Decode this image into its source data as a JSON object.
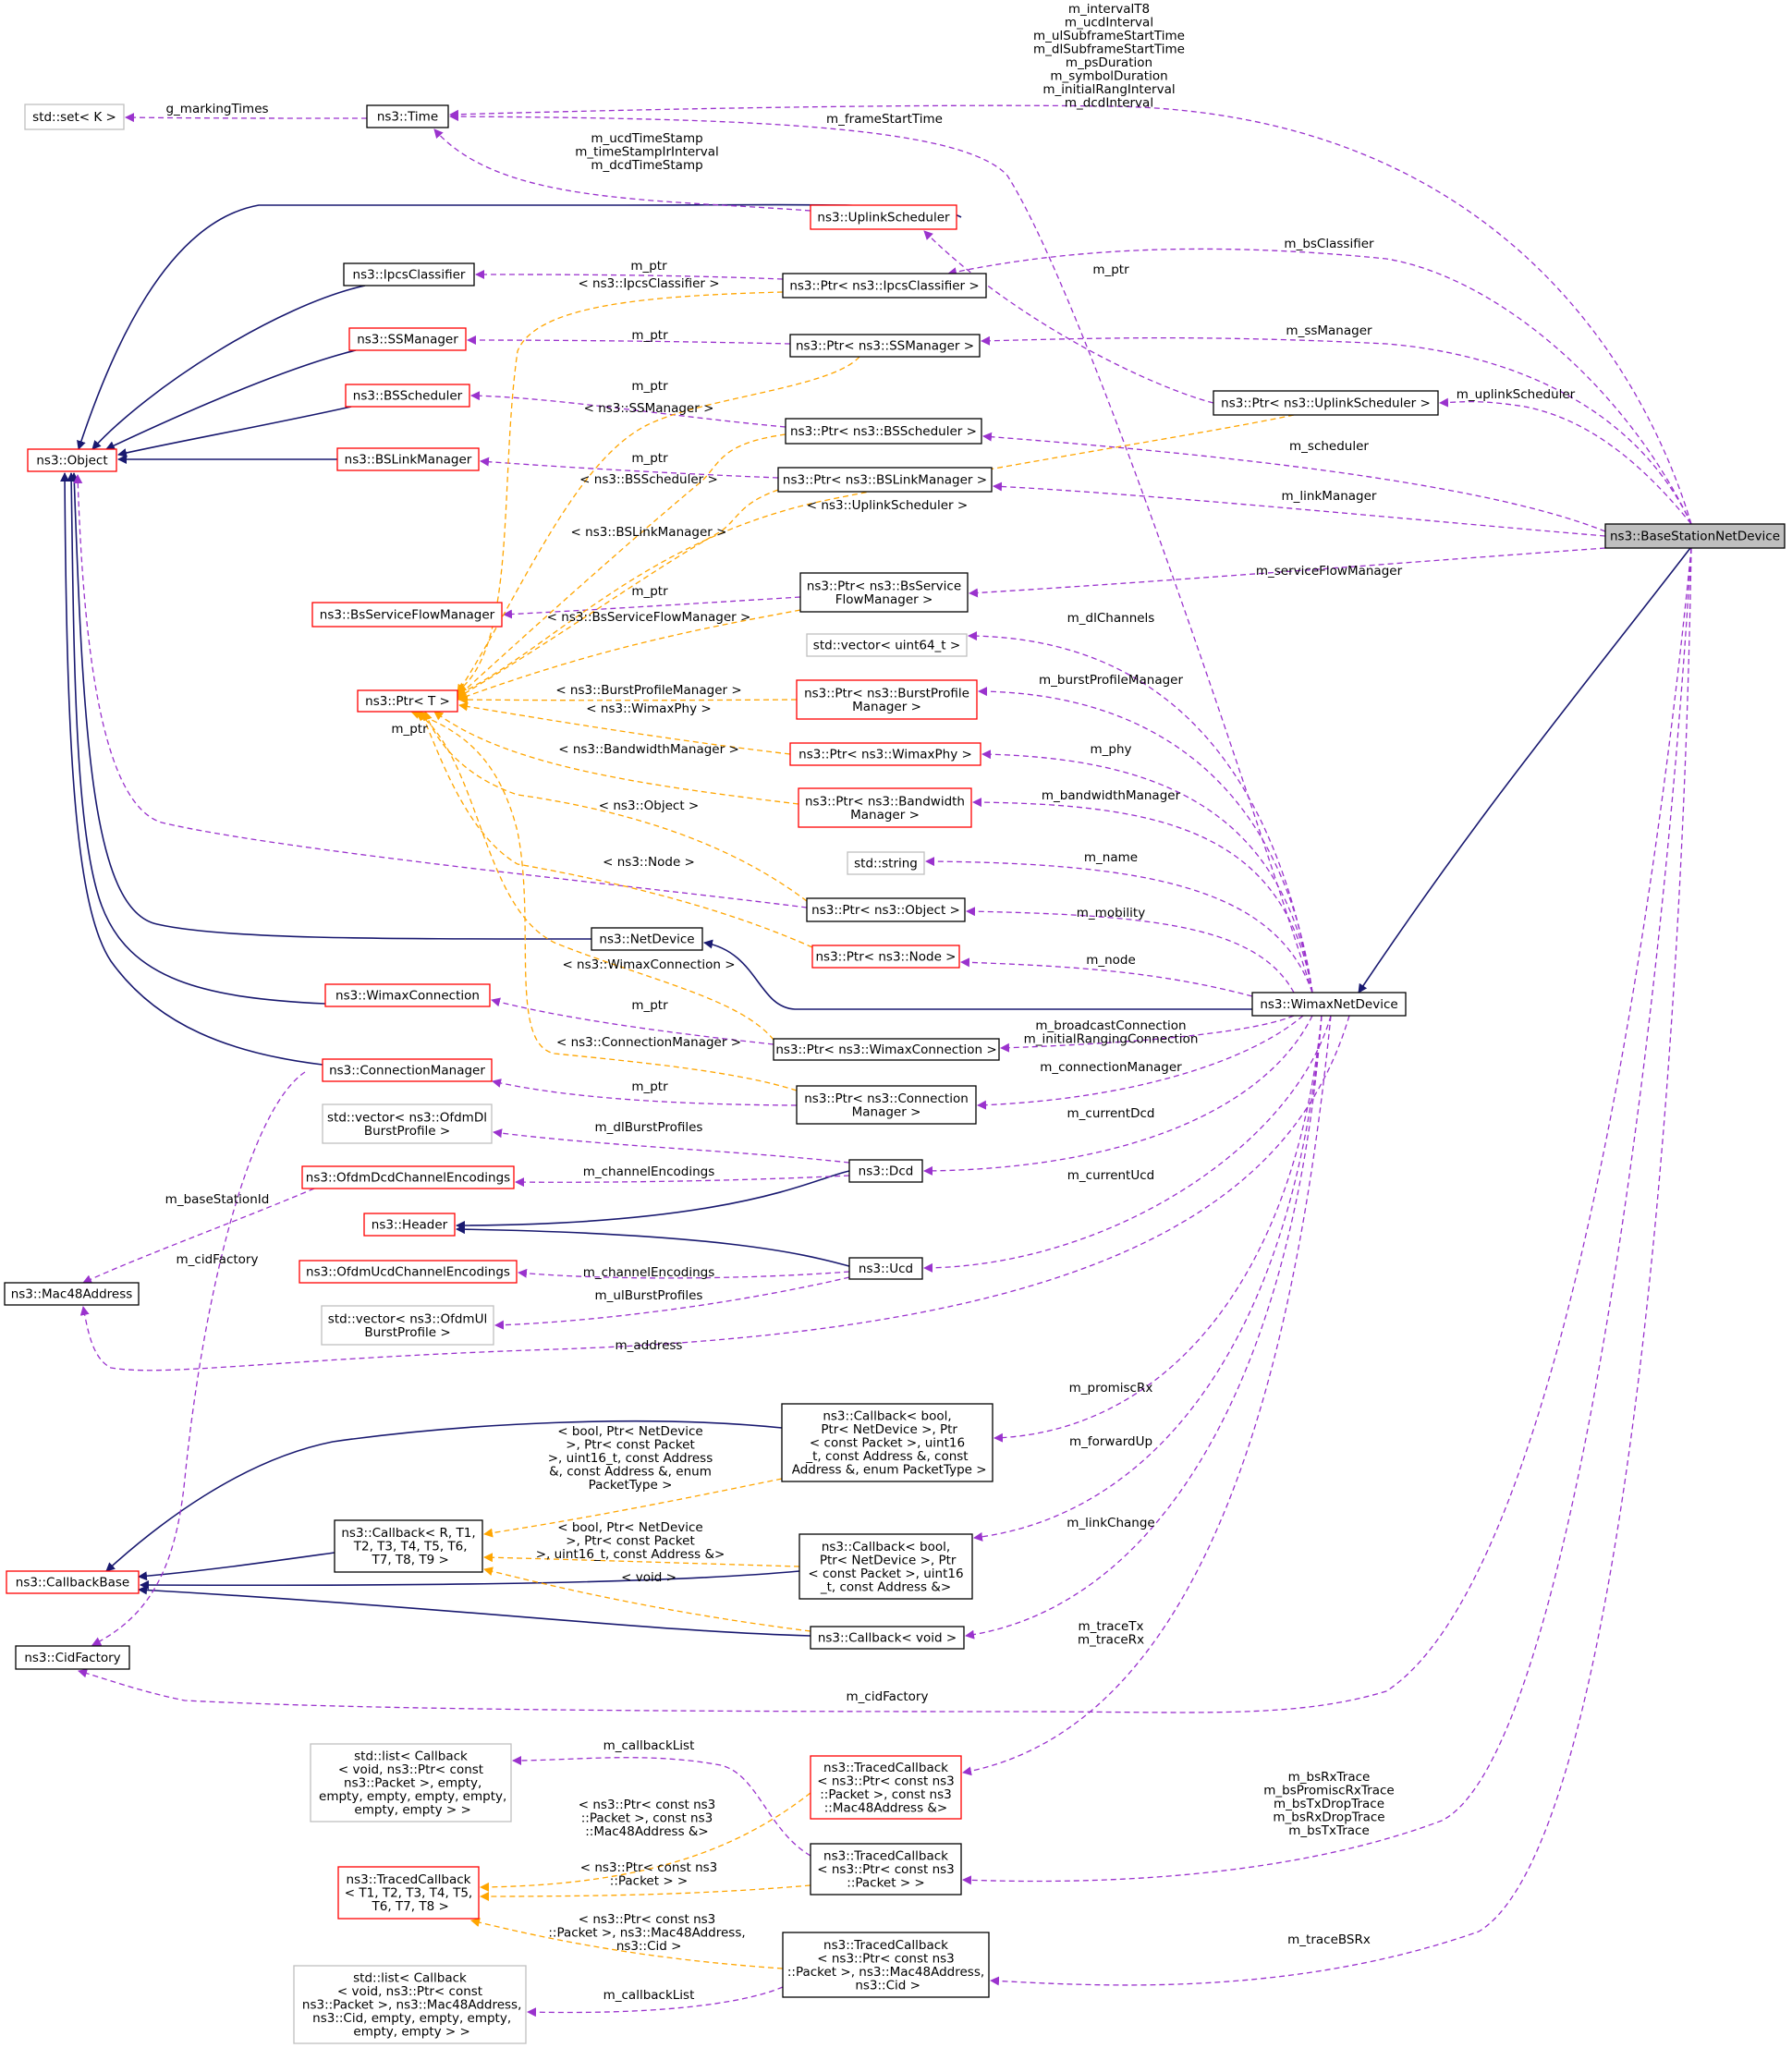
{
  "nodes": {
    "std_set": {
      "lines": [
        "std::set< K >"
      ],
      "style": "gray"
    },
    "time": {
      "lines": [
        "ns3::Time"
      ],
      "style": "black"
    },
    "uplink_scheduler": {
      "lines": [
        "ns3::UplinkScheduler"
      ],
      "style": "red"
    },
    "ipcs_classifier": {
      "lines": [
        "ns3::IpcsClassifier"
      ],
      "style": "black"
    },
    "ptr_ipcs": {
      "lines": [
        "ns3::Ptr< ns3::IpcsClassifier >"
      ],
      "style": "black"
    },
    "ss_manager": {
      "lines": [
        "ns3::SSManager"
      ],
      "style": "red"
    },
    "ptr_ss": {
      "lines": [
        "ns3::Ptr< ns3::SSManager >"
      ],
      "style": "black"
    },
    "ptr_uplink": {
      "lines": [
        "ns3::Ptr< ns3::UplinkScheduler >"
      ],
      "style": "black"
    },
    "bs_scheduler": {
      "lines": [
        "ns3::BSScheduler"
      ],
      "style": "red"
    },
    "ptr_bssched": {
      "lines": [
        "ns3::Ptr< ns3::BSScheduler >"
      ],
      "style": "black"
    },
    "object": {
      "lines": [
        "ns3::Object"
      ],
      "style": "red"
    },
    "bs_link_manager": {
      "lines": [
        "ns3::BSLinkManager"
      ],
      "style": "red"
    },
    "ptr_bslink": {
      "lines": [
        "ns3::Ptr< ns3::BSLinkManager >"
      ],
      "style": "black"
    },
    "base_station": {
      "lines": [
        "ns3::BaseStationNetDevice"
      ],
      "style": "root"
    },
    "bs_service_flow_manager": {
      "lines": [
        "ns3::BsServiceFlowManager"
      ],
      "style": "red"
    },
    "ptr_bsservice": {
      "lines": [
        "ns3::Ptr< ns3::BsService",
        "FlowManager >"
      ],
      "style": "black"
    },
    "vector_uint64": {
      "lines": [
        "std::vector< uint64_t >"
      ],
      "style": "gray"
    },
    "ptr_t": {
      "lines": [
        "ns3::Ptr< T >"
      ],
      "style": "red"
    },
    "ptr_burst": {
      "lines": [
        "ns3::Ptr< ns3::BurstProfile",
        "Manager >"
      ],
      "style": "red"
    },
    "ptr_phy": {
      "lines": [
        "ns3::Ptr< ns3::WimaxPhy >"
      ],
      "style": "red"
    },
    "ptr_bandwidth": {
      "lines": [
        "ns3::Ptr< ns3::Bandwidth",
        "Manager >"
      ],
      "style": "red"
    },
    "std_string": {
      "lines": [
        "std::string"
      ],
      "style": "gray"
    },
    "ptr_object": {
      "lines": [
        "ns3::Ptr< ns3::Object >"
      ],
      "style": "black"
    },
    "net_device": {
      "lines": [
        "ns3::NetDevice"
      ],
      "style": "black"
    },
    "ptr_node": {
      "lines": [
        "ns3::Ptr< ns3::Node >"
      ],
      "style": "red"
    },
    "wimax_connection": {
      "lines": [
        "ns3::WimaxConnection"
      ],
      "style": "red"
    },
    "wimax_net_device": {
      "lines": [
        "ns3::WimaxNetDevice"
      ],
      "style": "black"
    },
    "ptr_wimaxconn": {
      "lines": [
        "ns3::Ptr< ns3::WimaxConnection >"
      ],
      "style": "black"
    },
    "connection_manager": {
      "lines": [
        "ns3::ConnectionManager"
      ],
      "style": "red"
    },
    "ptr_connmgr": {
      "lines": [
        "ns3::Ptr< ns3::Connection",
        "Manager >"
      ],
      "style": "black"
    },
    "vector_dl": {
      "lines": [
        "std::vector< ns3::OfdmDl",
        "BurstProfile >"
      ],
      "style": "gray"
    },
    "ofdm_dcd": {
      "lines": [
        "ns3::OfdmDcdChannelEncodings"
      ],
      "style": "red"
    },
    "dcd": {
      "lines": [
        "ns3::Dcd"
      ],
      "style": "black"
    },
    "header": {
      "lines": [
        "ns3::Header"
      ],
      "style": "red"
    },
    "ofdm_ucd": {
      "lines": [
        "ns3::OfdmUcdChannelEncodings"
      ],
      "style": "red"
    },
    "ucd": {
      "lines": [
        "ns3::Ucd"
      ],
      "style": "black"
    },
    "mac48": {
      "lines": [
        "ns3::Mac48Address"
      ],
      "style": "black"
    },
    "vector_ul": {
      "lines": [
        "std::vector< ns3::OfdmUl",
        "BurstProfile >"
      ],
      "style": "gray"
    },
    "cb_promisc": {
      "lines": [
        "ns3::Callback< bool,",
        " Ptr< NetDevice >, Ptr",
        "< const Packet >, uint16",
        "_t, const Address &, const",
        " Address &, enum PacketType >"
      ],
      "style": "black"
    },
    "cb_generic": {
      "lines": [
        "ns3::Callback< R, T1,",
        " T2, T3, T4, T5, T6,",
        " T7, T8, T9 >"
      ],
      "style": "black"
    },
    "cb_forward": {
      "lines": [
        "ns3::Callback< bool,",
        " Ptr< NetDevice >, Ptr",
        "< const Packet >, uint16",
        "_t, const Address &>"
      ],
      "style": "black"
    },
    "callback_base": {
      "lines": [
        "ns3::CallbackBase"
      ],
      "style": "red"
    },
    "cb_void": {
      "lines": [
        "ns3::Callback< void >"
      ],
      "style": "black"
    },
    "cid_factory": {
      "lines": [
        "ns3::CidFactory"
      ],
      "style": "black"
    },
    "list_cb_packet": {
      "lines": [
        "std::list< Callback",
        "< void, ns3::Ptr< const",
        " ns3::Packet >, empty,",
        " empty, empty, empty, empty,",
        " empty, empty > >"
      ],
      "style": "gray"
    },
    "traced_mac": {
      "lines": [
        "ns3::TracedCallback",
        "< ns3::Ptr< const ns3",
        "::Packet >, const ns3",
        "::Mac48Address &>"
      ],
      "style": "red"
    },
    "traced_packet": {
      "lines": [
        "ns3::TracedCallback",
        "< ns3::Ptr< const ns3",
        "::Packet > >"
      ],
      "style": "black"
    },
    "traced_generic": {
      "lines": [
        "ns3::TracedCallback",
        "< T1, T2, T3, T4, T5,",
        " T6, T7, T8 >"
      ],
      "style": "red"
    },
    "traced_cid": {
      "lines": [
        "ns3::TracedCallback",
        "< ns3::Ptr< const ns3",
        "::Packet >, ns3::Mac48Address,",
        " ns3::Cid >"
      ],
      "style": "black"
    },
    "list_cb_cid": {
      "lines": [
        "std::list< Callback",
        "< void, ns3::Ptr< const",
        " ns3::Packet >, ns3::Mac48Address,",
        " ns3::Cid, empty, empty, empty,",
        " empty, empty > >"
      ],
      "style": "gray"
    }
  },
  "edge_labels": {
    "base_time": [
      "m_intervalT8",
      "m_ucdInterval",
      "m_ulSubframeStartTime",
      "m_dlSubframeStartTime",
      "m_psDuration",
      "m_symbolDuration",
      "m_initialRangInterval",
      "m_dcdInterval"
    ],
    "g_marking_times": [
      "g_markingTimes"
    ],
    "m_frame_start_time": [
      "m_frameStartTime"
    ],
    "uplink_time": [
      "m_ucdTimeStamp",
      "m_timeStampIrInterval",
      "m_dcdTimeStamp"
    ],
    "m_bs_classifier": [
      "m_bsClassifier"
    ],
    "m_ptr_ipcs": [
      "m_ptr"
    ],
    "tmpl_ipcs": [
      "< ns3::IpcsClassifier >"
    ],
    "m_ptr_uplink": [
      "m_ptr"
    ],
    "m_ss_manager": [
      "m_ssManager"
    ],
    "m_ptr_ss": [
      "m_ptr"
    ],
    "m_uplink_scheduler": [
      "m_uplinkScheduler"
    ],
    "m_ptr_bssched": [
      "m_ptr"
    ],
    "tmpl_ss": [
      "< ns3::SSManager >"
    ],
    "m_scheduler": [
      "m_scheduler"
    ],
    "m_ptr_bslink": [
      "m_ptr"
    ],
    "tmpl_bssched": [
      "< ns3::BSScheduler >"
    ],
    "m_link_manager": [
      "m_linkManager"
    ],
    "tmpl_uplink": [
      "< ns3::UplinkScheduler >"
    ],
    "tmpl_bslink": [
      "< ns3::BSLinkManager >"
    ],
    "m_service_flow_manager": [
      "m_serviceFlowManager"
    ],
    "m_ptr_bsservice": [
      "m_ptr"
    ],
    "tmpl_bsservice": [
      "< ns3::BsServiceFlowManager >"
    ],
    "m_dl_channels": [
      "m_dlChannels"
    ],
    "m_burst_profile_manager": [
      "m_burstProfileManager"
    ],
    "tmpl_burst": [
      "< ns3::BurstProfileManager >"
    ],
    "tmpl_phy": [
      "< ns3::WimaxPhy >"
    ],
    "m_ptr_object": [
      "m_ptr"
    ],
    "m_phy": [
      "m_phy"
    ],
    "tmpl_bandwidth": [
      "< ns3::BandwidthManager >"
    ],
    "m_bandwidth_manager": [
      "m_bandwidthManager"
    ],
    "tmpl_object": [
      "< ns3::Object >"
    ],
    "m_name": [
      "m_name"
    ],
    "tmpl_node": [
      "< ns3::Node >"
    ],
    "m_mobility": [
      "m_mobility"
    ],
    "m_node": [
      "m_node"
    ],
    "tmpl_wimaxconn": [
      "< ns3::WimaxConnection >"
    ],
    "m_ptr_wimaxconn": [
      "m_ptr"
    ],
    "m_broadcast_connection": [
      "m_broadcastConnection",
      "m_initialRangingConnection"
    ],
    "tmpl_connmgr": [
      "< ns3::ConnectionManager >"
    ],
    "m_connection_manager": [
      "m_connectionManager"
    ],
    "m_ptr_connmgr": [
      "m_ptr"
    ],
    "m_current_dcd": [
      "m_currentDcd"
    ],
    "m_dl_burst_profiles": [
      "m_dlBurstProfiles"
    ],
    "m_channel_encodings_dcd": [
      "m_channelEncodings"
    ],
    "m_base_station_id": [
      "m_baseStationId"
    ],
    "m_current_ucd": [
      "m_currentUcd"
    ],
    "m_cid_factory_left": [
      "m_cidFactory"
    ],
    "m_channel_encodings_ucd": [
      "m_channelEncodings"
    ],
    "m_ul_burst_profiles": [
      "m_ulBurstProfiles"
    ],
    "m_address": [
      "m_address"
    ],
    "m_promisc_rx": [
      "m_promiscRx"
    ],
    "tmpl_cb_promisc": [
      "< bool, Ptr< NetDevice",
      ">, Ptr< const Packet",
      ">, uint16_t, const Address",
      "&, const Address &, enum",
      "PacketType >"
    ],
    "m_forward_up": [
      "m_forwardUp"
    ],
    "tmpl_cb_forward": [
      "< bool, Ptr< NetDevice",
      ">, Ptr< const Packet",
      ">, uint16_t, const Address &>"
    ],
    "m_link_change": [
      "m_linkChange"
    ],
    "tmpl_cb_void": [
      "< void >"
    ],
    "m_trace_tx": [
      "m_traceTx",
      "m_traceRx"
    ],
    "m_cid_factory": [
      "m_cidFactory"
    ],
    "m_callback_list_1": [
      "m_callbackList"
    ],
    "m_bs_rx_trace": [
      "m_bsRxTrace",
      "m_bsPromiscRxTrace",
      "m_bsTxDropTrace",
      "m_bsRxDropTrace",
      "m_bsTxTrace"
    ],
    "tmpl_traced_mac": [
      "< ns3::Ptr< const ns3",
      "::Packet >, const ns3",
      "::Mac48Address &>"
    ],
    "tmpl_traced_packet": [
      "< ns3::Ptr< const ns3",
      "::Packet > >"
    ],
    "tmpl_traced_cid": [
      "< ns3::Ptr< const ns3",
      "::Packet >, ns3::Mac48Address,",
      " ns3::Cid >"
    ],
    "m_trace_bs_rx": [
      "m_traceBSRx"
    ],
    "m_callback_list_2": [
      "m_callbackList"
    ]
  },
  "colors": {
    "inheritance": "#191970",
    "usage": "#9a32cd",
    "template": "#ffa500",
    "red_border": "#ff0000",
    "gray_border": "#bfbfbf",
    "root_fill": "#bfbfbf"
  }
}
